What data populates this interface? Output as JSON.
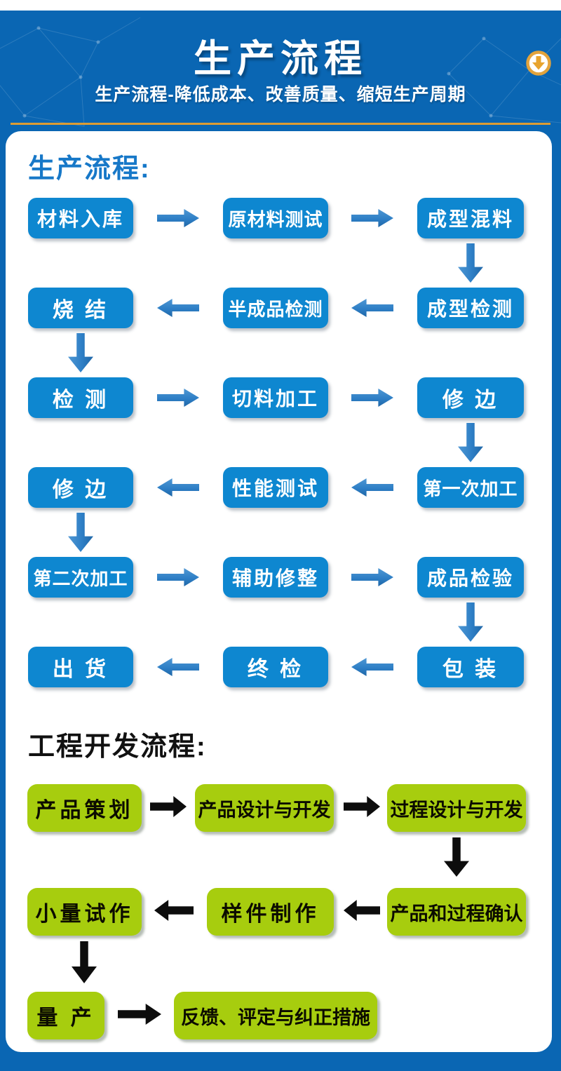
{
  "header": {
    "title": "生产流程",
    "subtitle": "生产流程-降低成本、改善质量、缩短生产周期",
    "download_icon": "circle-download-arrow",
    "decoration": "network-plexus-lines"
  },
  "production": {
    "heading": "生产流程:",
    "rows": [
      {
        "direction": "right",
        "boxes": [
          "材料入库",
          "原材料测试",
          "成型混料"
        ]
      },
      {
        "direction": "left",
        "boxes": [
          "烧 结",
          "半成品检测",
          "成型检测"
        ]
      },
      {
        "direction": "right",
        "boxes": [
          "检 测",
          "切料加工",
          "修 边"
        ]
      },
      {
        "direction": "left",
        "boxes": [
          "修 边",
          "性能测试",
          "第一次加工"
        ]
      },
      {
        "direction": "right",
        "boxes": [
          "第二次加工",
          "辅助修整",
          "成品检验"
        ]
      },
      {
        "direction": "left",
        "boxes": [
          "出 货",
          "终 检",
          "包 装"
        ]
      }
    ]
  },
  "engineering": {
    "heading": "工程开发流程:",
    "rows": [
      {
        "direction": "right",
        "boxes": [
          "产品策划",
          "产品设计与开发",
          "过程设计与开发"
        ]
      },
      {
        "direction": "left",
        "boxes": [
          "小量试作",
          "样件制作",
          "产品和过程确认"
        ]
      },
      {
        "direction": "right",
        "boxes": [
          "量 产",
          "反馈、评定与纠正措施"
        ]
      }
    ]
  },
  "colors": {
    "page_background": "#0a66b3",
    "card_background": "#ffffff",
    "process_box": "#0e87d0",
    "process_arrow": "#2e7fc6",
    "process_heading": "#1778c8",
    "dev_box": "#a7cd0e",
    "dev_arrow": "#0d0d0d",
    "accent_gold": "#dd9c33"
  }
}
